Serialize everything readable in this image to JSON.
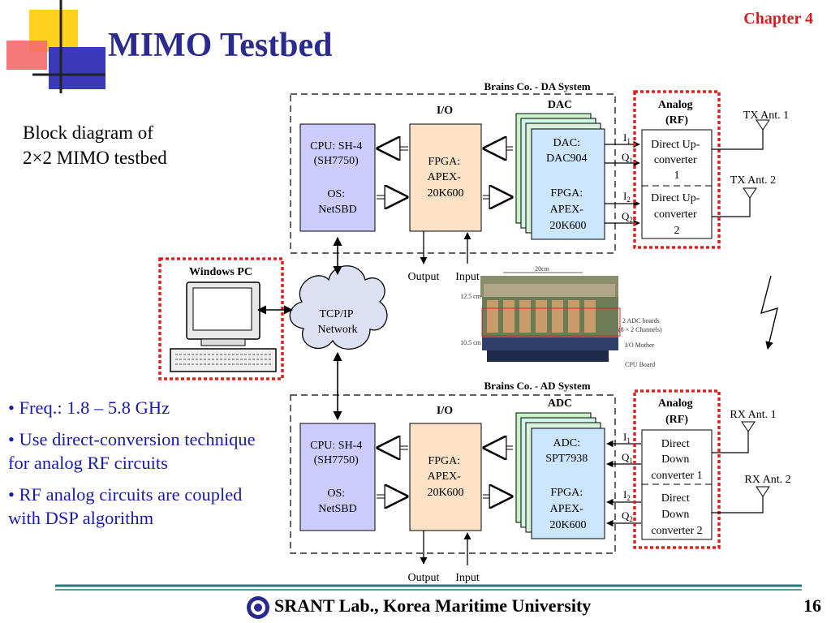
{
  "header": {
    "chapter": "Chapter 4",
    "title": "MIMO Testbed"
  },
  "left_text": {
    "line1": "Block diagram of",
    "line2": "2×2 MIMO testbed"
  },
  "bullets": [
    {
      "label": "Freq.: 1.8 – 5.8 GHz"
    },
    {
      "label": "Use direct-conversion technique for analog RF circuits"
    },
    {
      "label": "RF analog circuits are coupled with DSP algorithm"
    }
  ],
  "diagram": {
    "da_system": {
      "title": "Brains Co. - DA System",
      "io_label": "I/O",
      "dac_label": "DAC",
      "cpu": [
        "CPU: SH-4",
        "(SH7750)",
        "",
        "OS:",
        "NetSBD"
      ],
      "fpga": [
        "FPGA:",
        "APEX-",
        "20K600"
      ],
      "dac_card": [
        "DAC:",
        "DAC904",
        "",
        "FPGA:",
        "APEX-",
        "20K600"
      ],
      "output": "Output",
      "input": "Input"
    },
    "ad_system": {
      "title": "Brains Co. - AD System",
      "io_label": "I/O",
      "adc_label": "ADC",
      "cpu": [
        "CPU: SH-4",
        "(SH7750)",
        "",
        "OS:",
        "NetSBD"
      ],
      "fpga": [
        "FPGA:",
        "APEX-",
        "20K600"
      ],
      "adc_card": [
        "ADC:",
        "SPT7938",
        "",
        "FPGA:",
        "APEX-",
        "20K600"
      ],
      "output": "Output",
      "input": "Input"
    },
    "analog_tx": {
      "title": [
        "Analog",
        "(RF)"
      ],
      "block1": [
        "Direct Up-",
        "converter",
        "1"
      ],
      "block2": [
        "Direct Up-",
        "converter",
        "2"
      ],
      "ant1": "TX Ant. 1",
      "ant2": "TX Ant. 2"
    },
    "analog_rx": {
      "title": [
        "Analog",
        "(RF)"
      ],
      "block1": [
        "Direct",
        "Down",
        "converter 1"
      ],
      "block2": [
        "Direct",
        "Down",
        "converter 2"
      ],
      "ant1": "RX Ant. 1",
      "ant2": "RX Ant. 2"
    },
    "signals": {
      "i1": "I",
      "q1": "Q",
      "i2": "I",
      "q2": "Q",
      "sub1": "1",
      "sub2": "2"
    },
    "windows_pc": "Windows PC",
    "network": [
      "TCP/IP",
      "Network"
    ],
    "photo": {
      "width": "20cm",
      "h1": "12.5 cm",
      "h2": "10.5 cm",
      "adc_boards": [
        "2 ADC boards",
        "(8 × 2 Channels)"
      ],
      "io_mother": "I/O Mother",
      "cpu_board": "CPU Board"
    }
  },
  "footer": {
    "text": "SRANT Lab., Korea Maritime University",
    "page": "16"
  },
  "colors": {
    "title": "#2b2b8f",
    "chapter": "#d21f1f",
    "bullet": "#1a1aa8",
    "cpu_fill": "#ccccff",
    "fpga_fill": "#fde2c8",
    "dac_fill": "#cce6ff",
    "red_dash": "#e02020",
    "footer_line": "#1f7a7a",
    "deco_yellow": "#ffd21f",
    "deco_red": "#f04040"
  }
}
